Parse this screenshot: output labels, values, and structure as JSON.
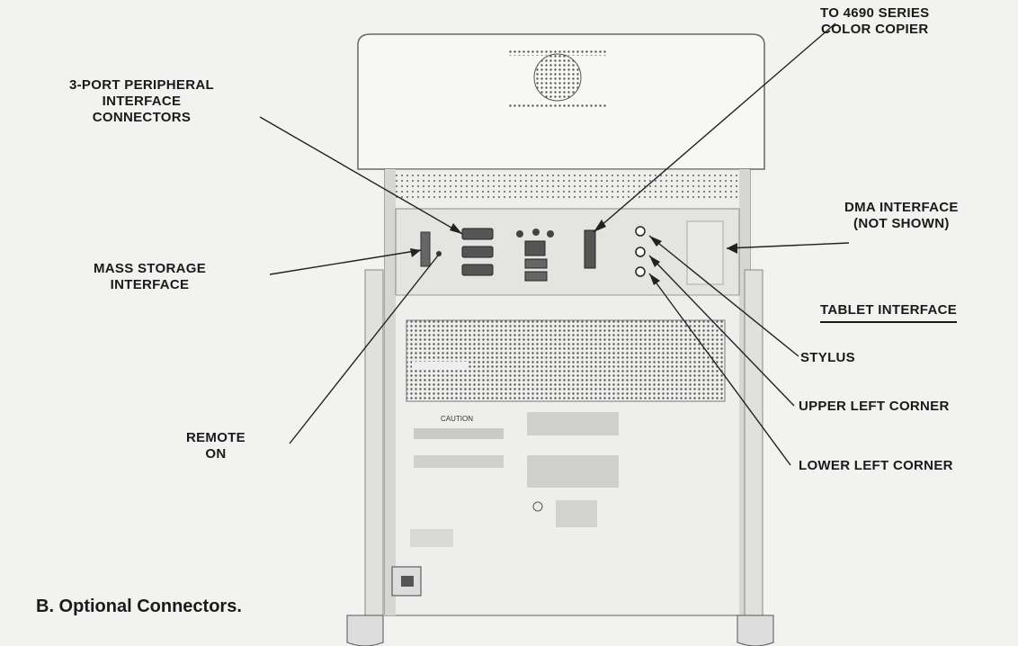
{
  "labels": {
    "copier": [
      "TO 4690 SERIES",
      "COLOR COPIER"
    ],
    "peripheral": [
      "3-PORT PERIPHERAL",
      "INTERFACE",
      "CONNECTORS"
    ],
    "dma": [
      "DMA INTERFACE",
      "(NOT SHOWN)"
    ],
    "mass_storage": [
      "MASS STORAGE",
      "INTERFACE"
    ],
    "tablet_heading": "TABLET INTERFACE",
    "stylus": "STYLUS",
    "upper_left": "UPPER LEFT CORNER",
    "lower_left": "LOWER LEFT CORNER",
    "remote": [
      "REMOTE",
      "ON"
    ]
  },
  "panel": {
    "caution": "CAUTION"
  },
  "caption": "B. Optional Connectors."
}
